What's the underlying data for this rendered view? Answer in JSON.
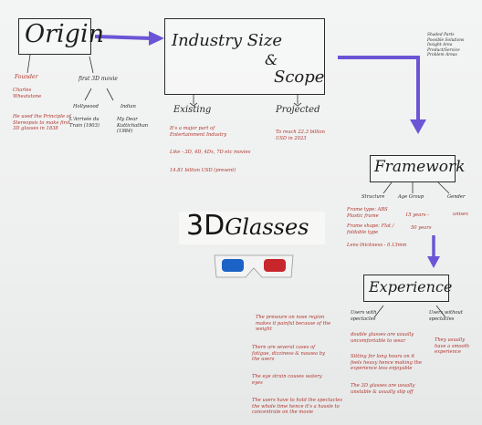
{
  "origin": {
    "title": "Origin",
    "founder_heading": "Founder",
    "founder_name": "Charles Wheatstone",
    "founder_note": "He used the Principle of Stereopsis to make first 3D glasses in 1838",
    "first_movie_heading": "first 3D movie",
    "hollywood_label": "Hollywood",
    "hollywood_movie": "L'Arrivée du Train (1903)",
    "india_label": "Indian",
    "india_movie": "My Dear Kuttichathan (1984)"
  },
  "industry": {
    "title_line1": "Industry Size",
    "title_amp": "&",
    "title_line2": "Scope",
    "existing_heading": "Existing",
    "existing_note1": "It's a major part of Entertainment Industry",
    "existing_note2": "Like - 3D, 4D, 4Dx, 7D etc movies",
    "existing_note3": "14.81 billion USD (present)",
    "projected_heading": "Projected",
    "projected_note": "To reach 22.3 billion USD in 2023"
  },
  "center": {
    "title_3d": "3D",
    "title_rest": "Glasses"
  },
  "legend": {
    "lines": [
      "Shaded Parts",
      "Possible Solutions",
      "Insight Area",
      "Product/Service",
      "Problem Areas"
    ]
  },
  "framework": {
    "title": "Framework",
    "structure_heading": "Structure",
    "structure_note1": "Frame type: ABS Plastic frame",
    "structure_note2": "Frame shape: Flat / foldable type",
    "structure_note3": "Lens thickness - 0.13mm",
    "age_heading": "Age Group",
    "age_note1": "15 years -",
    "age_note2": "50 years",
    "gender_heading": "Gender",
    "gender_note": "unisex"
  },
  "experience": {
    "title": "Experience",
    "specs_heading": "Users with spectacles",
    "specs_note1": "double glasses are usually uncomfortable to wear",
    "specs_note2": "Sitting for long hours on it feels heavy hence making the experience less enjoyable",
    "specs_note3": "The 3D glasses are usually unstable & usually slip off",
    "nospecs_heading": "Users without spectacles",
    "nospecs_note": "They usually have a smooth experience"
  },
  "problems": {
    "note1": "The pressure on nose region makes it painful because of the weight",
    "note2": "There are several cases of fatigue, dizziness & nausea by the users",
    "note3": "The eye strain causes watery eyes",
    "note4": "The users have to hold the spectacles the whole time hence it's a hassle to concentrate on the movie"
  },
  "colors": {
    "arrow": "#6b55d6",
    "lens_left": "#1c63c7",
    "lens_right": "#c7262c",
    "ink": "#2a2a2a",
    "ink_red": "#b0342a"
  }
}
